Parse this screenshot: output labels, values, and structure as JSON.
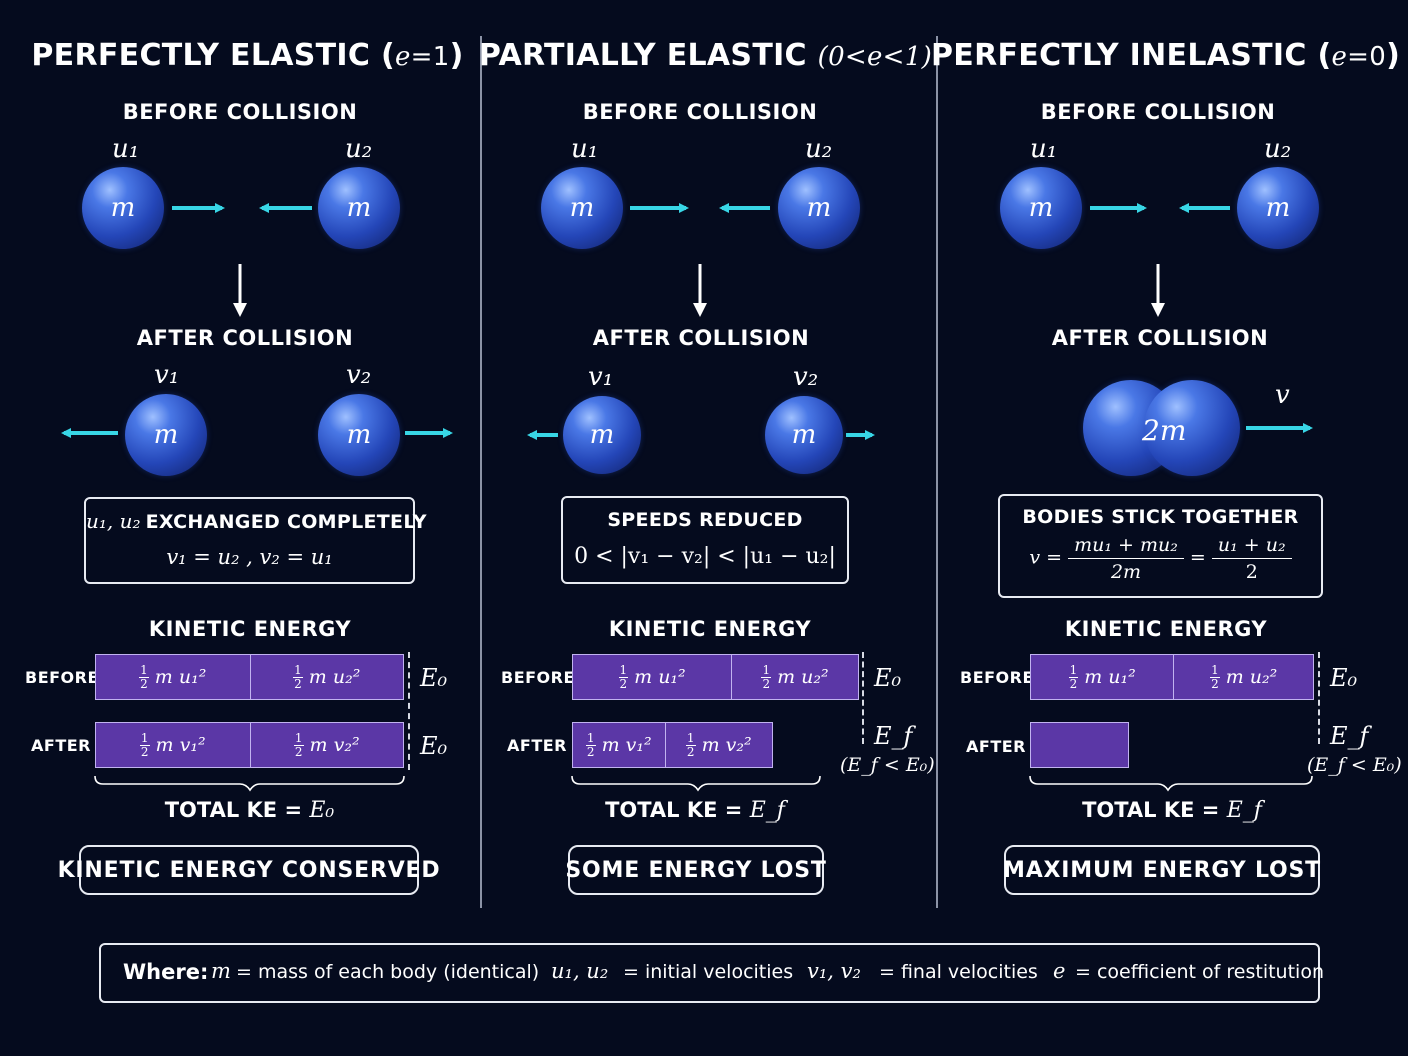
{
  "columns": [
    {
      "title": "PERFECTLY ELASTIC",
      "condition": "e",
      "condition_suffix": "=1",
      "before_label": "BEFORE COLLISION",
      "after_label": "AFTER COLLISION",
      "ball_label": "m",
      "box_line1": "EXCHANGED COMPLETELY",
      "box_line1_prefix": "u₁, u₂",
      "box_line2": "v₁ = u₂ ,  v₂ = u₁",
      "ke_label": "KINETIC ENERGY",
      "row_before": "BEFORE",
      "row_after": "AFTER",
      "before_cells": [
        "m u₁²",
        "m u₂²"
      ],
      "after_cells": [
        "m v₁²",
        "m v₂²"
      ],
      "energy_before": "E₀",
      "energy_after": "E₀",
      "total_prefix": "TOTAL KE =",
      "total_value": "E₀",
      "result": "KINETIC ENERGY CONSERVED"
    },
    {
      "title": "PARTIALLY ELASTIC",
      "condition": "(0<e<1)",
      "before_label": "BEFORE COLLISION",
      "after_label": "AFTER COLLISION",
      "box_line1": "SPEEDS REDUCED",
      "box_line2": "0 < |v₁ − v₂| < |u₁ − u₂|",
      "ke_label": "KINETIC ENERGY",
      "row_before": "BEFORE",
      "row_after": "AFTER",
      "before_cells": [
        "m u₁²",
        "m u₂²"
      ],
      "after_cells": [
        "m v₁²",
        "m v₂²"
      ],
      "energy_before": "E₀",
      "energy_after": "E_f",
      "energy_note": "(E_f < E₀)",
      "total_prefix": "TOTAL KE =",
      "total_value": "E_f",
      "result": "SOME ENERGY LOST"
    },
    {
      "title": "PERFECTLY INELASTIC",
      "condition": "e",
      "condition_suffix": "=0",
      "before_label": "BEFORE COLLISION",
      "after_label": "AFTER COLLISION",
      "combined_label": "2m",
      "after_velocity": "v",
      "box_line1": "BODIES STICK TOGETHER",
      "eq_lhs": "v =",
      "eq_num1": "mu₁ + mu₂",
      "eq_den1": "2m",
      "eq_eq": "=",
      "eq_num2": "u₁ + u₂",
      "eq_den2": "2",
      "ke_label": "KINETIC ENERGY",
      "row_before": "BEFORE",
      "row_after": "AFTER",
      "before_cells": [
        "m u₁²",
        "m u₂²"
      ],
      "energy_before": "E₀",
      "energy_after": "E_f",
      "energy_note": "(E_f < E₀)",
      "total_prefix": "TOTAL KE =",
      "total_value": "E_f",
      "result": "MAXIMUM ENERGY LOST"
    }
  ],
  "labels": {
    "u1": "u₁",
    "u2": "u₂",
    "v1": "v₁",
    "v2": "v₂",
    "half_num": "1",
    "half_den": "2"
  },
  "ke_after_fraction": {
    "perfectly_elastic": 1.0,
    "partially_elastic": 0.7,
    "perfectly_inelastic": 0.35
  },
  "legend": {
    "heading": "Where:",
    "m_sym": "m",
    "m_text": "= mass of each body (identical)",
    "u_sym": "u₁, u₂",
    "u_text": "= initial velocities",
    "v_sym": "v₁, v₂",
    "v_text": "= final velocities",
    "e_sym": "e",
    "e_text": "= coefficient of restitution"
  },
  "colors": {
    "background": "#050b1e",
    "arrow": "#38d6e6",
    "bar_fill": "#5b37a6",
    "bar_border": "#c2b3f0",
    "ball": "#2446b8"
  }
}
